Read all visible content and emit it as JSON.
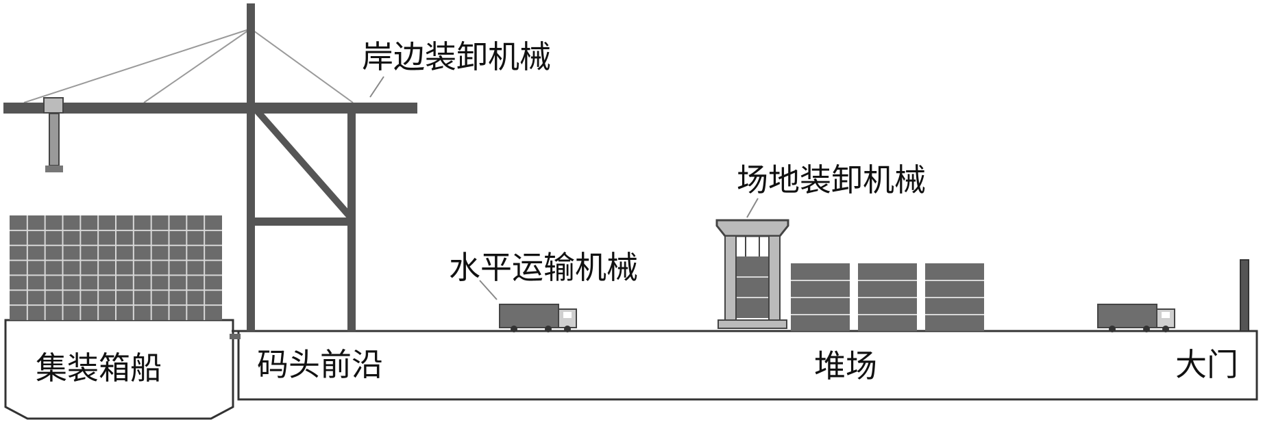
{
  "labels": {
    "quay_crane": "岸边装卸机械",
    "yard_crane": "场地装卸机械",
    "horizontal_transport": "水平运输机械",
    "container_ship": "集装箱船",
    "wharf_front": "码头前沿",
    "yard": "堆场",
    "gate": "大门"
  },
  "colors": {
    "structure": "#555555",
    "outline": "#333333",
    "container_fill": "#6b6b6b",
    "grid_line": "#d8d8d8",
    "truck_fill": "#6e6e6e",
    "cable": "#9a9a9a",
    "background": "#ffffff"
  }
}
